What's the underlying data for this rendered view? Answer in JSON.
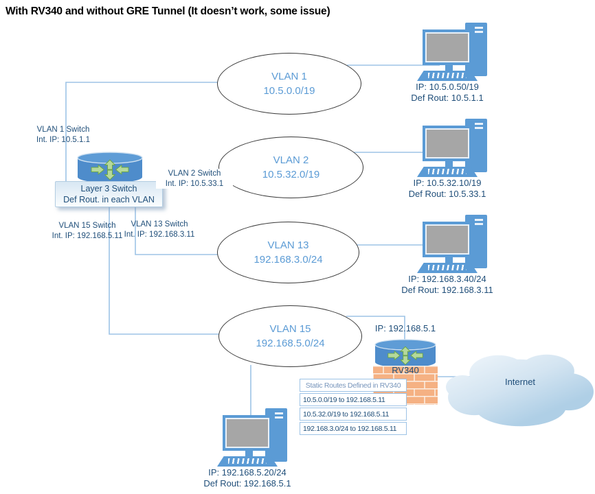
{
  "title": "With RV340 and without GRE Tunnel (It doesn’t work, some issue)",
  "colors": {
    "device_blue": "#5B9BD5",
    "line_blue": "#9DC3E6",
    "label_navy": "#1F4E79",
    "vlan_text_blue": "#5B9BD5",
    "brick_orange": "#F5B183",
    "arrow_green": "#A9D18E"
  },
  "vlans": [
    {
      "name": "VLAN 1",
      "subnet": "10.5.0.0/19"
    },
    {
      "name": "VLAN 2",
      "subnet": "10.5.32.0/19"
    },
    {
      "name": "VLAN 13",
      "subnet": "192.168.3.0/24"
    },
    {
      "name": "VLAN 15",
      "subnet": "192.168.5.0/24"
    }
  ],
  "computers": [
    {
      "ip": "IP: 10.5.0.50/19",
      "def_route": "Def Rout: 10.5.1.1"
    },
    {
      "ip": "IP: 10.5.32.10/19",
      "def_route": "Def Rout: 10.5.33.1"
    },
    {
      "ip": "IP: 192.168.3.40/24",
      "def_route": "Def Rout: 192.168.3.11"
    },
    {
      "ip": "IP: 192.168.5.20/24",
      "def_route": "Def Rout: 192.168.5.1"
    }
  ],
  "switch": {
    "label_line1": "Layer 3 Switch",
    "label_line2": "Def Rout. in each VLAN",
    "ports": [
      {
        "line1": "VLAN 1 Switch",
        "line2": "Int. IP: 10.5.1.1"
      },
      {
        "line1": "VLAN 2 Switch",
        "line2": "Int. IP: 10.5.33.1"
      },
      {
        "line1": "VLAN 15 Switch",
        "line2": "Int. IP: 192.168.5.11"
      },
      {
        "line1": "VLAN 13 Switch",
        "line2": "Int. IP: 192.168.3.11"
      }
    ]
  },
  "router": {
    "name": "RV340",
    "lan_ip_label": "IP: 192.168.5.1",
    "static_routes": {
      "header": "Static Routes Defined in RV340",
      "rows": [
        "10.5.0.0/19 to 192.168.5.11",
        "10.5.32.0/19 to 192.168.5.11",
        "192.168.3.0/24 to 192.168.5.11"
      ]
    }
  },
  "cloud": {
    "label": "Internet"
  }
}
